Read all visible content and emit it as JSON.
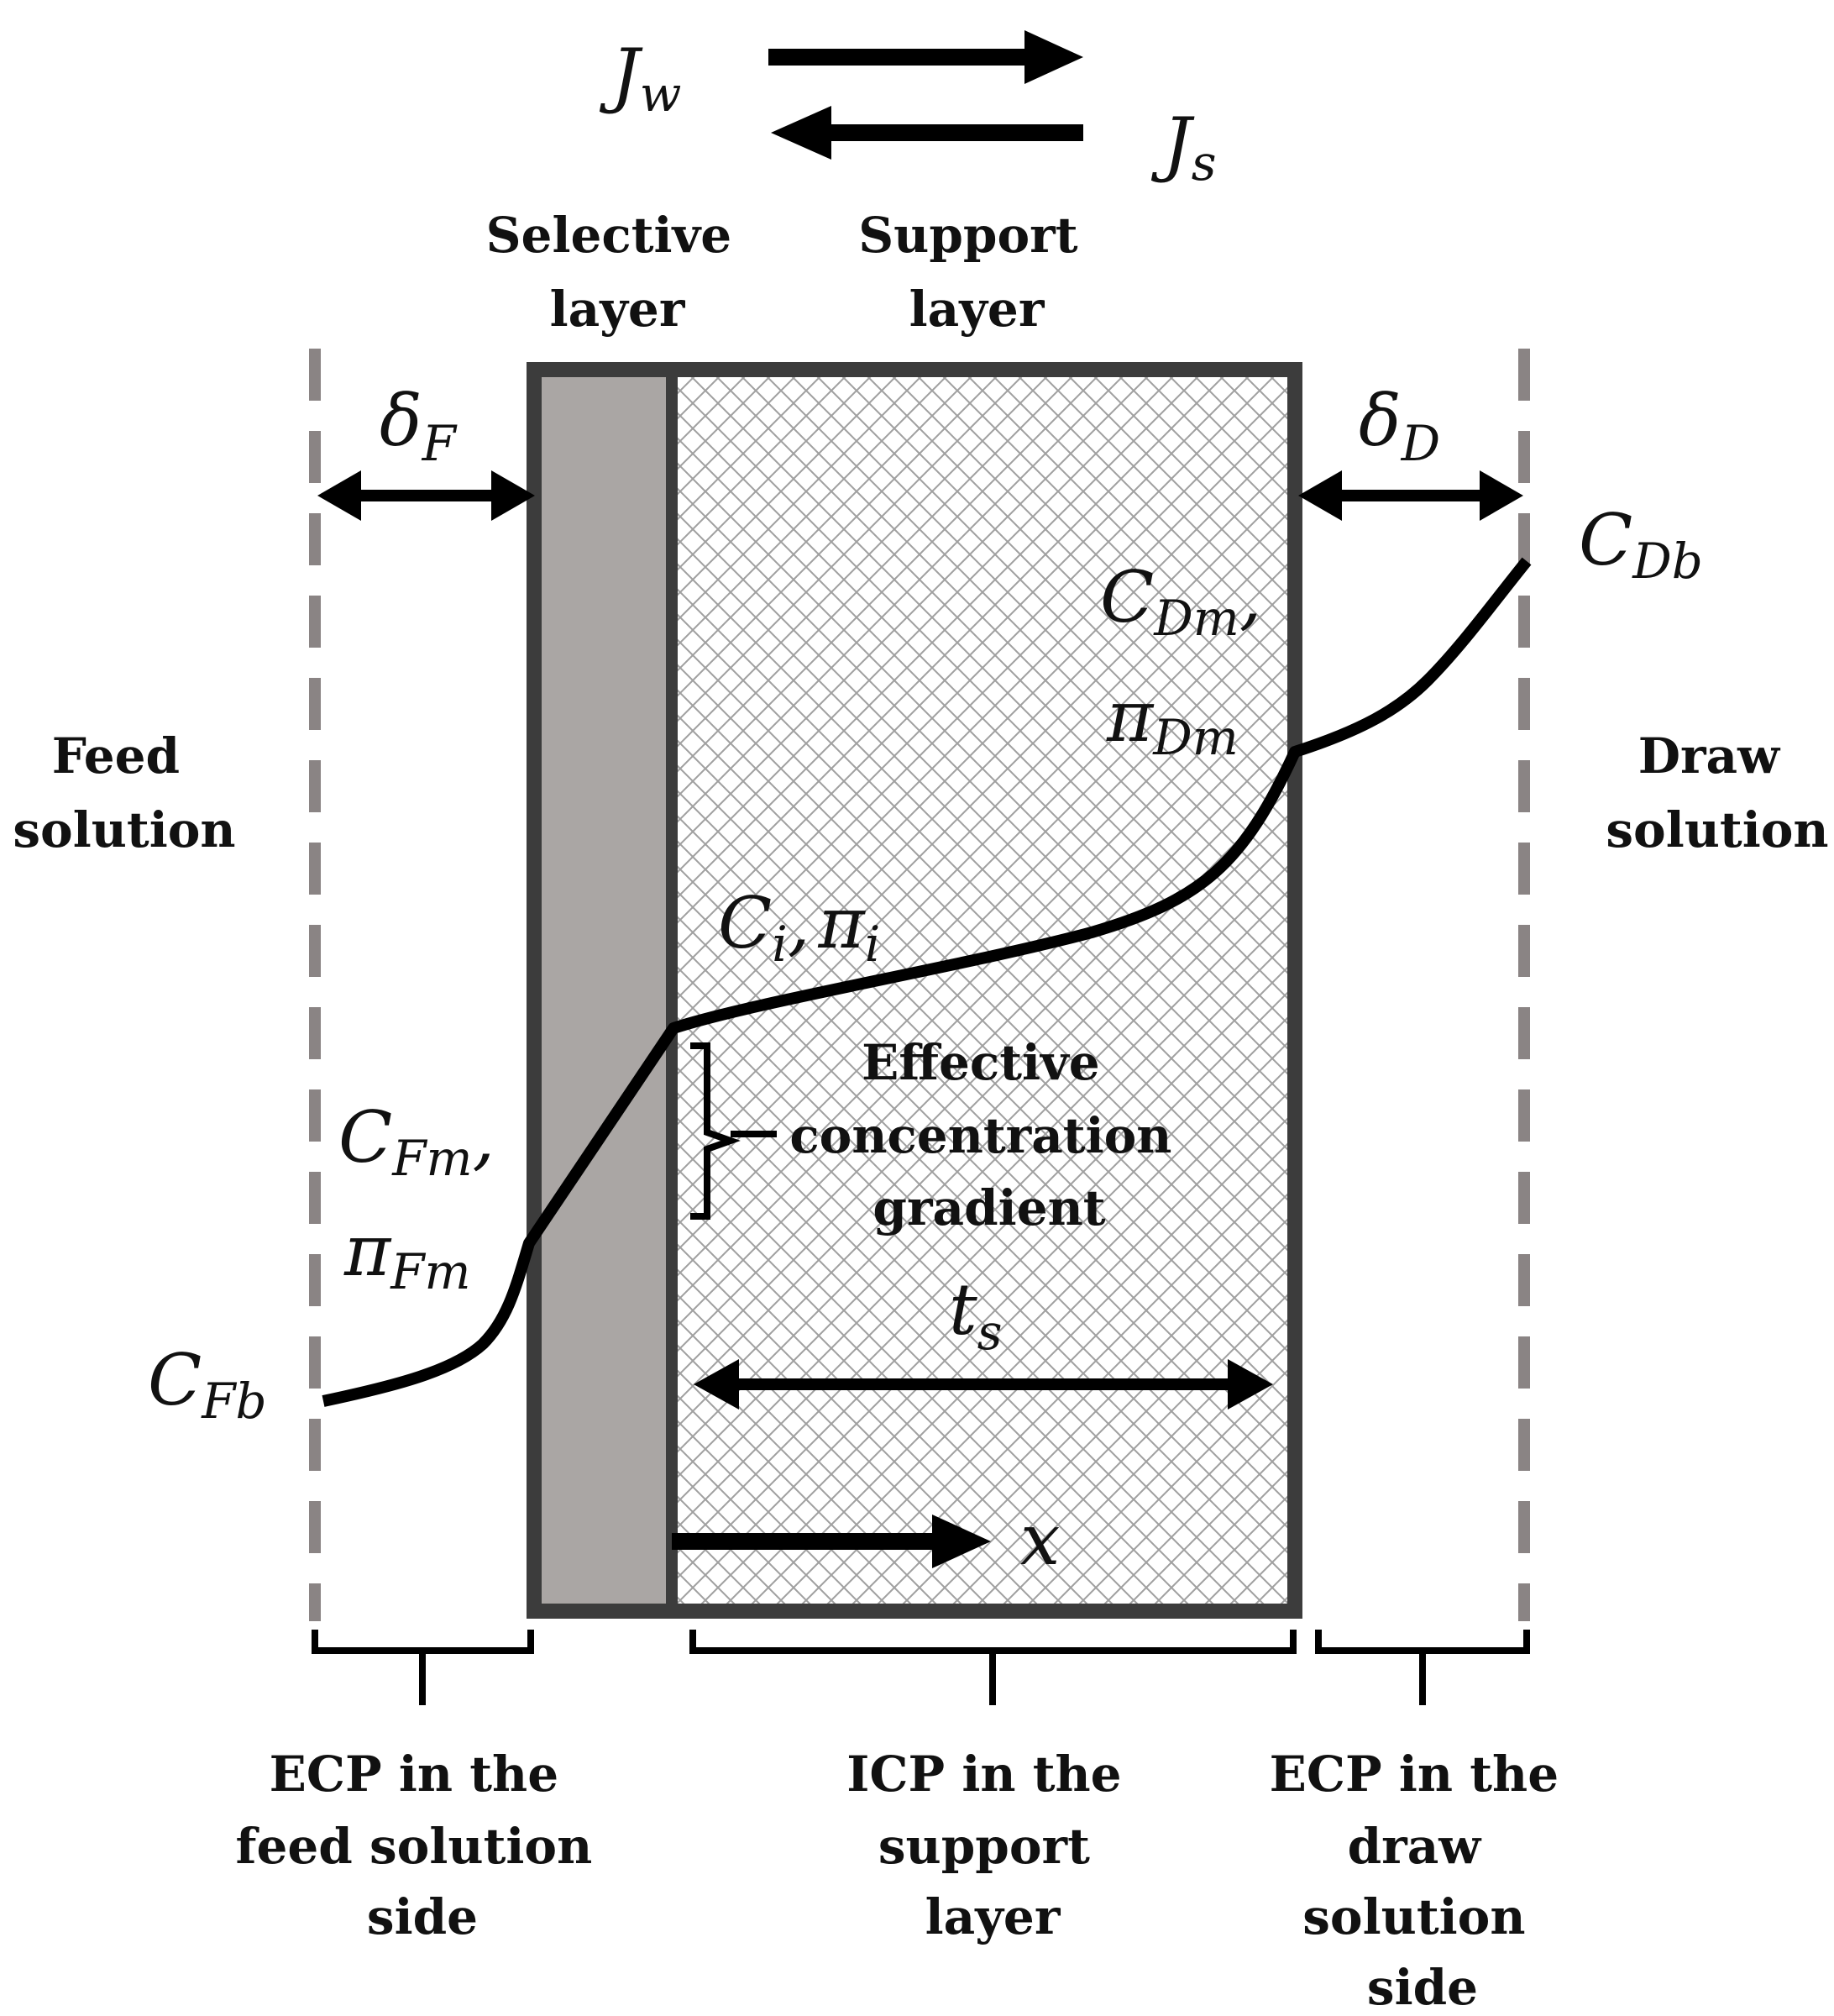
{
  "colors": {
    "outline": "#3c3c3c",
    "selective_fill": "#aaa6a4",
    "dashed_boundary": "#8a8484",
    "hatch": "#9a9a9a",
    "curve": "#000000"
  },
  "flux": {
    "water": {
      "symbol": "J",
      "sub": "w"
    },
    "salt": {
      "symbol": "J",
      "sub": "s"
    }
  },
  "layers": {
    "selective": {
      "line1": "Selective",
      "line2": "layer"
    },
    "support": {
      "line1": "Support",
      "line2": "layer"
    }
  },
  "sides": {
    "feed": {
      "line1": "Feed",
      "line2": "solution"
    },
    "draw": {
      "line1": "Draw",
      "line2": "solution"
    }
  },
  "thickness": {
    "feed_boundary": {
      "symbol": "δ",
      "sub": "F"
    },
    "draw_boundary": {
      "symbol": "δ",
      "sub": "D"
    },
    "support": {
      "symbol": "t",
      "sub": "s"
    },
    "axis": {
      "symbol": "x"
    }
  },
  "concentrations": {
    "feed_bulk": {
      "symbol": "C",
      "sub": "Fb"
    },
    "feed_membrane_c": {
      "symbol": "C",
      "sub": "Fm",
      "suffix": ","
    },
    "feed_membrane_pi": {
      "symbol": "π",
      "sub": "Fm"
    },
    "interface": {
      "c": "C",
      "c_sub": "i",
      "pi": "π",
      "pi_sub": "i",
      "separator": ","
    },
    "draw_membrane_c": {
      "symbol": "C",
      "sub": "Dm",
      "suffix": ","
    },
    "draw_membrane_pi": {
      "symbol": "π",
      "sub": "Dm"
    },
    "draw_bulk": {
      "symbol": "C",
      "sub": "Db"
    }
  },
  "effective_gradient": {
    "line1": "Effective",
    "line2": "concentration",
    "line3": "gradient"
  },
  "regions": {
    "feed_ecp": {
      "line1": "ECP in the",
      "line2": "feed solution",
      "line3": "side"
    },
    "support_icp": {
      "line1": "ICP in the",
      "line2": "support",
      "line3": "layer"
    },
    "draw_ecp": {
      "line1": "ECP in the",
      "line2": "draw",
      "line3": "solution",
      "line4": "side"
    }
  }
}
